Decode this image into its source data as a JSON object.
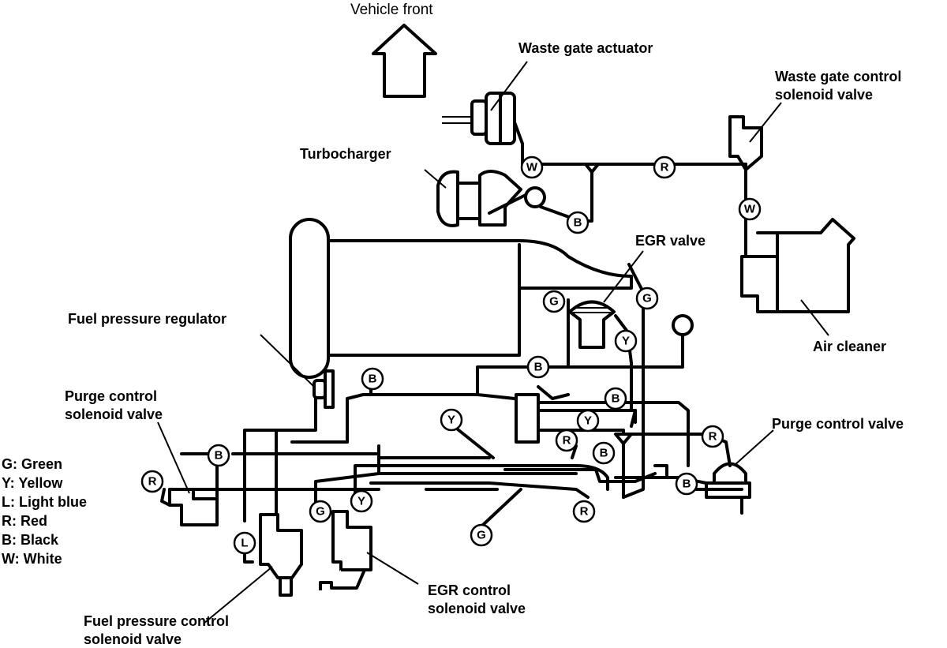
{
  "header": {
    "vehicle_front": "Vehicle  front"
  },
  "labels": {
    "waste_gate_actuator": "Waste gate actuator",
    "waste_gate_control_1": "Waste gate control",
    "waste_gate_control_2": "solenoid valve",
    "turbocharger": "Turbocharger",
    "egr_valve": "EGR valve",
    "air_cleaner": "Air cleaner",
    "fuel_pressure_regulator": "Fuel pressure regulator",
    "purge_control_solenoid_1": "Purge control",
    "purge_control_solenoid_2": "solenoid valve",
    "purge_control_valve": "Purge control valve",
    "fuel_pressure_control_1": "Fuel pressure control",
    "fuel_pressure_control_2": "solenoid valve",
    "egr_control_1": "EGR control",
    "egr_control_2": "solenoid valve"
  },
  "legend": [
    "G: Green",
    "Y: Yellow",
    "L: Light blue",
    "R: Red",
    "B: Black",
    "W: White"
  ],
  "hose_tags": [
    {
      "letter": "W"
    },
    {
      "letter": "R"
    },
    {
      "letter": "W"
    },
    {
      "letter": "B"
    },
    {
      "letter": "G"
    },
    {
      "letter": "G"
    },
    {
      "letter": "Y"
    },
    {
      "letter": "B"
    },
    {
      "letter": "B"
    },
    {
      "letter": "Y"
    },
    {
      "letter": "B"
    },
    {
      "letter": "Y"
    },
    {
      "letter": "R"
    },
    {
      "letter": "R"
    },
    {
      "letter": "B"
    },
    {
      "letter": "B"
    },
    {
      "letter": "R"
    },
    {
      "letter": "B"
    },
    {
      "letter": "R"
    },
    {
      "letter": "G"
    },
    {
      "letter": "Y"
    },
    {
      "letter": "G"
    },
    {
      "letter": "L"
    }
  ]
}
